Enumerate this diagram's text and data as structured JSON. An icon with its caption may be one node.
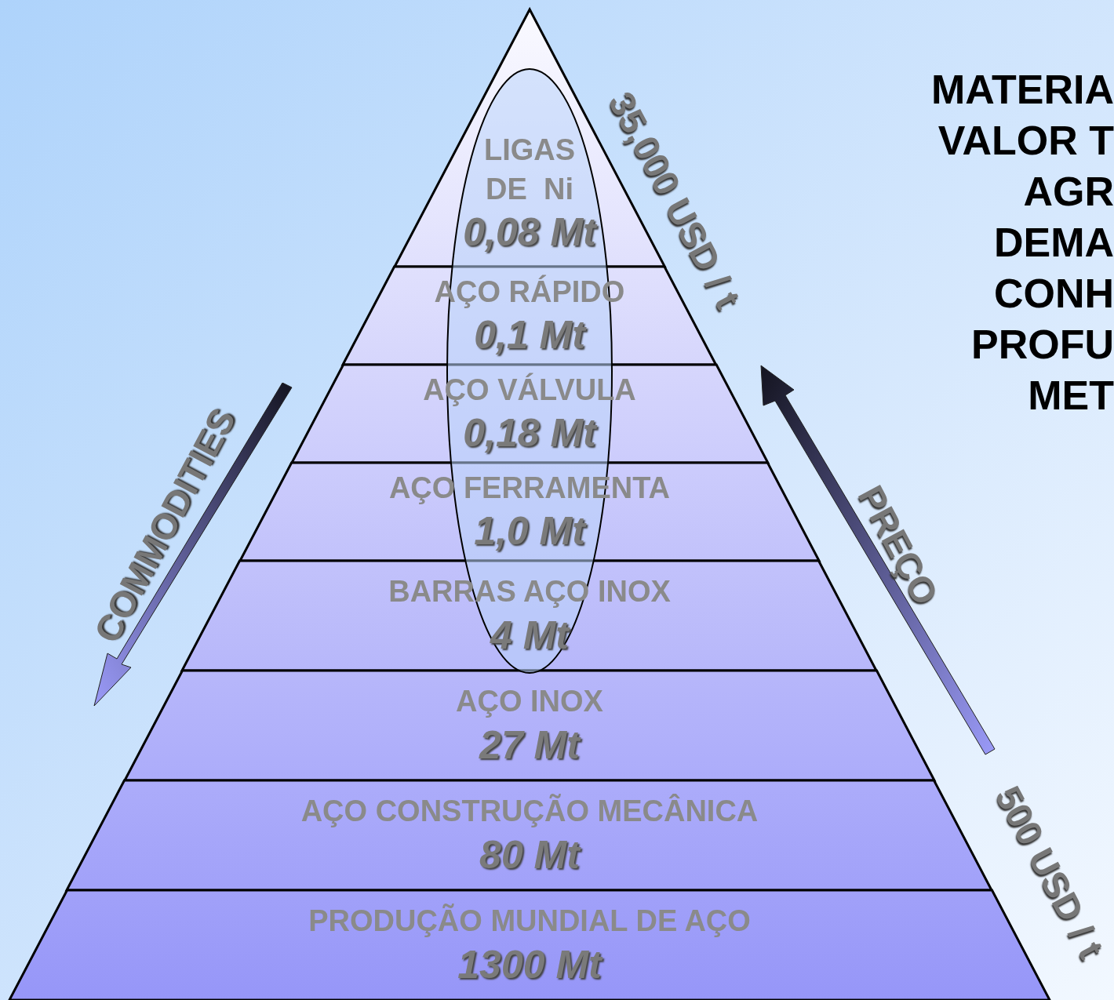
{
  "diagram": {
    "nodes": [
      {
        "text": [
          "LIGAS DE  Ni",
          "0,08 Mt"
        ]
      },
      {
        "text": [
          "AÇO RÁPIDO",
          "0,1 Mt"
        ]
      },
      {
        "text": [
          "AÇO VÁLVULA",
          "0,18 Mt"
        ]
      },
      {
        "text": [
          "AÇO FERRAMENTA",
          "1,0 Mt"
        ]
      },
      {
        "text": [
          "BARRAS AÇO INOX",
          "4 Mt"
        ]
      },
      {
        "text": [
          "AÇO INOX",
          "27 Mt"
        ]
      },
      {
        "text": [
          "AÇO CONSTRUÇÃO MECÂNICA",
          "80 Mt"
        ]
      },
      {
        "text": [
          "PRODUÇÃO MUNDIAL DE AÇO",
          "1300 Mt"
        ]
      }
    ],
    "labels": [
      "35,000 USD / t",
      "MATERIA",
      "VALOR T",
      "AGR",
      "DEMA",
      "CONH",
      "PROFU",
      "MET",
      "COMMODITIES",
      "PREÇO",
      "500 USD / t"
    ]
  }
}
